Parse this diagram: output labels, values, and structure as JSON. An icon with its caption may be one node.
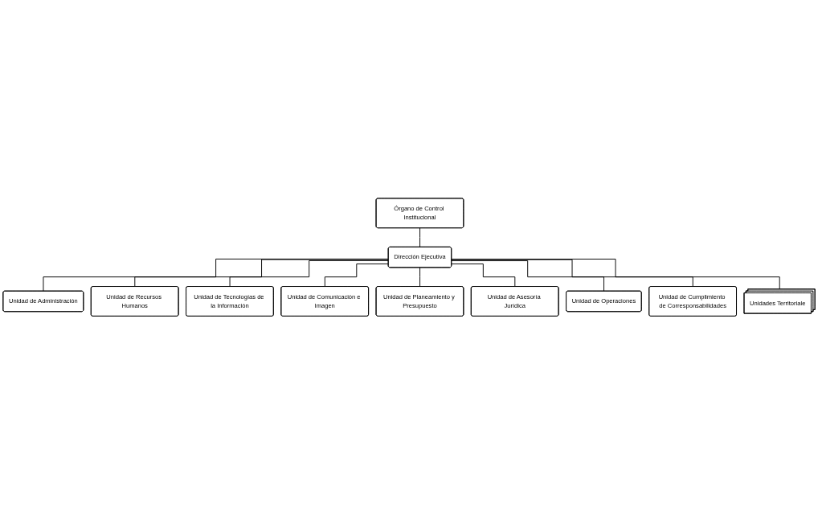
{
  "diagram": {
    "nodes": [
      {
        "text": [
          "Órgano de Control Institucional"
        ]
      },
      {
        "text": [
          "Dirección Ejecutiva"
        ]
      },
      {
        "text": [
          "Unidad de Administración"
        ]
      },
      {
        "text": [
          "Unidad de Recursos Humanos"
        ]
      },
      {
        "text": [
          "Unidad de Tecnologías de la Información"
        ]
      },
      {
        "text": [
          "Unidad de Comunicación e Imagen"
        ]
      },
      {
        "text": [
          "Unidad de Planeamiento y Presupuesto"
        ]
      },
      {
        "text": [
          "Unidad de Asesoría Jurídica"
        ]
      },
      {
        "text": [
          "Unidad de Operaciones"
        ]
      },
      {
        "text": [
          "Unidad de Cumplimiento de Corresponsabilidades"
        ]
      },
      {
        "text": [
          "Unidades Territoriale"
        ]
      }
    ],
    "edges": [
      {
        "from": 0,
        "to": 1,
        "arrow": "none"
      },
      {
        "from": 1,
        "to": 2,
        "arrow": "none"
      },
      {
        "from": 1,
        "to": 3,
        "arrow": "none"
      },
      {
        "from": 1,
        "to": 4,
        "arrow": "none"
      },
      {
        "from": 1,
        "to": 5,
        "arrow": "none"
      },
      {
        "from": 1,
        "to": 6,
        "arrow": "none"
      },
      {
        "from": 1,
        "to": 7,
        "arrow": "none"
      },
      {
        "from": 1,
        "to": 8,
        "arrow": "none"
      },
      {
        "from": 1,
        "to": 9,
        "arrow": "none"
      },
      {
        "from": 1,
        "to": 10,
        "arrow": "none"
      }
    ]
  }
}
